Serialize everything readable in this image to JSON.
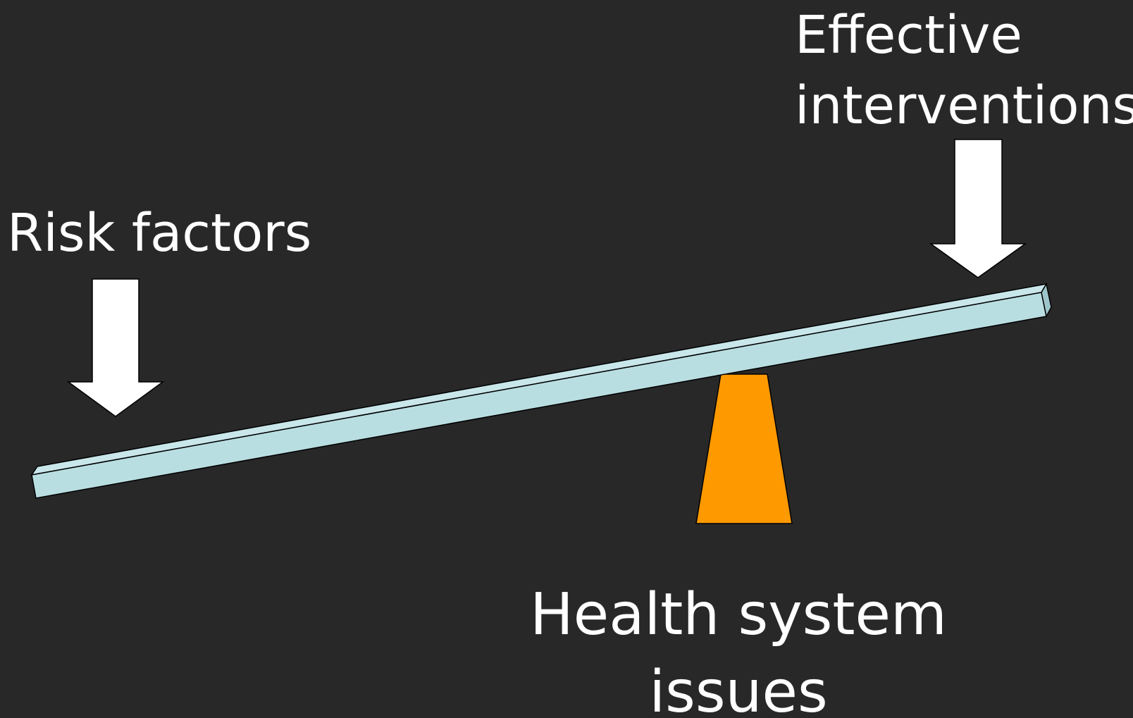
{
  "diagram": {
    "risk_label": "Risk factors",
    "effective_label": {
      "line1": "Effective",
      "line2": "interventions"
    },
    "health_label": {
      "line1": "Health system",
      "line2": "issues"
    },
    "colors": {
      "background": "#282828",
      "beam": "#B9DEE2",
      "fulcrum": "#FF9900",
      "arrow": "#FFFFFF"
    },
    "icons": {
      "left_arrow": "down-arrow-icon",
      "right_arrow": "down-arrow-icon",
      "beam": "seesaw-beam",
      "fulcrum": "fulcrum-trapezoid"
    }
  }
}
